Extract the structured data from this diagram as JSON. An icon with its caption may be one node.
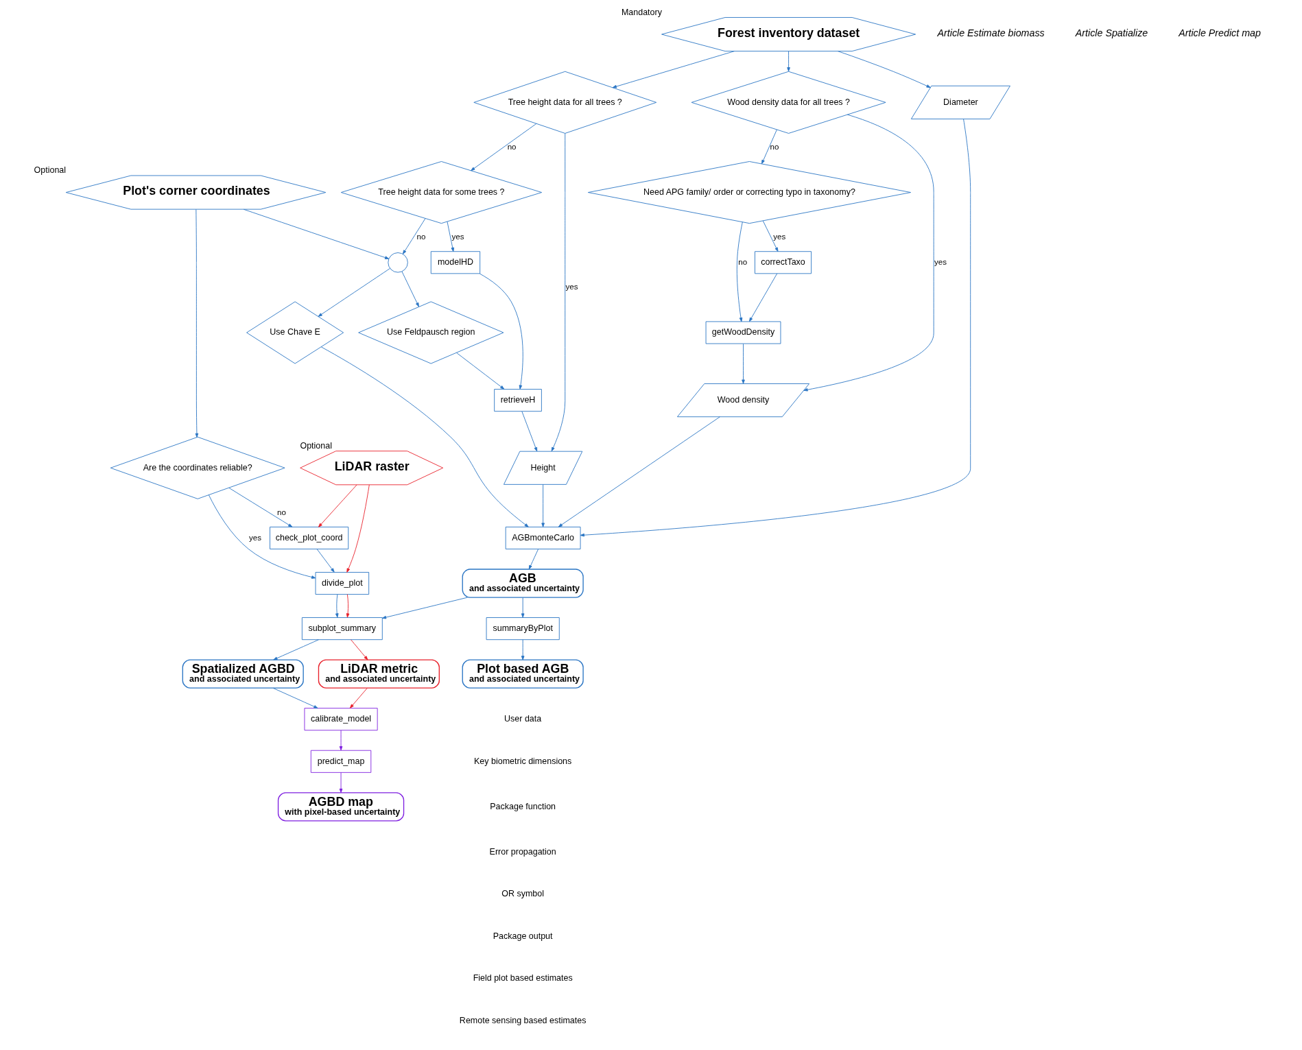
{
  "diagram": {
    "nodes": [
      {
        "text": [
          "Forest inventory dataset"
        ],
        "beside": [
          "Mandatory"
        ]
      },
      {
        "text": [
          "Plot's corner coordinates"
        ],
        "beside": [
          "Optional"
        ]
      },
      {
        "text": [
          "LiDAR raster"
        ],
        "beside": [
          "Optional"
        ]
      },
      {
        "text": [
          "Wood density data for all trees ?"
        ]
      },
      {
        "text": [
          "Need APG family/ order or correcting typo in taxonomy?"
        ]
      },
      {
        "text": [
          "correctTaxo"
        ]
      },
      {
        "text": [
          "getWoodDensity"
        ]
      },
      {
        "text": [
          "Tree height data for all trees ?"
        ]
      },
      {
        "text": [
          "Tree height data for some trees ?"
        ]
      },
      {
        "text": [],
        "shape": "circle"
      },
      {
        "text": [
          "modelHD"
        ]
      },
      {
        "text": [
          "retrieveH"
        ]
      },
      {
        "text": [
          "Use Feldpausch region"
        ]
      },
      {
        "text": [
          "Use Chave E"
        ]
      },
      {
        "text": [
          "Are the coordinates reliable?"
        ]
      },
      {
        "text": [
          "check_plot_coord"
        ]
      },
      {
        "text": [
          "Wood density"
        ]
      },
      {
        "text": [
          "Diameter"
        ]
      },
      {
        "text": [
          "Height"
        ]
      },
      {
        "text": [
          "divide_plot"
        ]
      },
      {
        "text": [
          "AGBmonteCarlo"
        ]
      },
      {
        "text": [
          "AGB",
          "and associated uncertainty"
        ]
      },
      {
        "text": [
          "subplot_summary"
        ]
      },
      {
        "text": [
          "summaryByPlot"
        ]
      },
      {
        "text": [
          "Plot based AGB",
          "and associated uncertainty"
        ]
      },
      {
        "text": [
          "Spatialized AGBD",
          "and associated uncertainty"
        ]
      },
      {
        "text": [
          "LiDAR metric",
          "and associated uncertainty"
        ]
      },
      {
        "text": [
          "calibrate_model"
        ]
      },
      {
        "text": [
          "predict_map"
        ]
      },
      {
        "text": [
          "AGBD map",
          "with pixel-based uncertainty"
        ]
      }
    ],
    "edges": [
      {
        "from": 0,
        "to": 3,
        "arrow": "to"
      },
      {
        "from": 0,
        "to": 17,
        "arrow": "to"
      },
      {
        "from": 0,
        "to": 7,
        "arrow": "to"
      },
      {
        "from": 3,
        "to": 4,
        "arrow": "to",
        "label": "no"
      },
      {
        "from": 3,
        "to": 16,
        "arrow": "to",
        "label": "yes"
      },
      {
        "from": 4,
        "to": 5,
        "arrow": "to",
        "label": "yes"
      },
      {
        "from": 4,
        "to": 6,
        "arrow": "to",
        "label": "no"
      },
      {
        "from": 5,
        "to": 6,
        "arrow": "to"
      },
      {
        "from": 6,
        "to": 16,
        "arrow": "to"
      },
      {
        "from": 7,
        "to": 8,
        "arrow": "to",
        "label": "no"
      },
      {
        "from": 7,
        "to": 18,
        "arrow": "to",
        "label": "yes"
      },
      {
        "from": 8,
        "to": 9,
        "arrow": "to",
        "label": "no"
      },
      {
        "from": 8,
        "to": 10,
        "arrow": "to",
        "label": "yes"
      },
      {
        "from": 1,
        "to": 9,
        "arrow": "to"
      },
      {
        "from": 9,
        "to": 12,
        "arrow": "to"
      },
      {
        "from": 9,
        "to": 13,
        "arrow": "to"
      },
      {
        "from": 10,
        "to": 11,
        "arrow": "to"
      },
      {
        "from": 12,
        "to": 11,
        "arrow": "to"
      },
      {
        "from": 11,
        "to": 18,
        "arrow": "to"
      },
      {
        "from": 16,
        "to": 20,
        "arrow": "to"
      },
      {
        "from": 17,
        "to": 20,
        "arrow": "to"
      },
      {
        "from": 18,
        "to": 20,
        "arrow": "to"
      },
      {
        "from": 13,
        "to": 20,
        "arrow": "to"
      },
      {
        "from": 1,
        "to": 14,
        "arrow": "to"
      },
      {
        "from": 14,
        "to": 15,
        "arrow": "to",
        "label": "no"
      },
      {
        "from": 14,
        "to": 19,
        "arrow": "to",
        "label": "yes"
      },
      {
        "from": 2,
        "to": 15,
        "arrow": "to",
        "color": "#e8202a"
      },
      {
        "from": 15,
        "to": 19,
        "arrow": "to"
      },
      {
        "from": 2,
        "to": 19,
        "arrow": "to",
        "color": "#e8202a"
      },
      {
        "from": 19,
        "to": 22,
        "arrow": "to"
      },
      {
        "from": 19,
        "to": 22,
        "arrow": "to",
        "color": "#e8202a"
      },
      {
        "from": 20,
        "to": 21,
        "arrow": "to"
      },
      {
        "from": 21,
        "to": 22,
        "arrow": "to"
      },
      {
        "from": 21,
        "to": 23,
        "arrow": "to"
      },
      {
        "from": 23,
        "to": 24,
        "arrow": "to"
      },
      {
        "from": 22,
        "to": 25,
        "arrow": "to"
      },
      {
        "from": 22,
        "to": 26,
        "arrow": "to",
        "color": "#e8202a"
      },
      {
        "from": 25,
        "to": 27,
        "arrow": "to"
      },
      {
        "from": 26,
        "to": 27,
        "arrow": "to",
        "color": "#e8202a"
      },
      {
        "from": 27,
        "to": 28,
        "arrow": "to",
        "color": "#7f1fe0"
      },
      {
        "from": 28,
        "to": 29,
        "arrow": "to",
        "color": "#7f1fe0"
      }
    ],
    "labels": [
      "Article Estimate biomass",
      "Article Spatialize",
      "Article Predict map"
    ],
    "legend": [
      {
        "text": "User data"
      },
      {
        "text": "Key biometric dimensions"
      },
      {
        "text": "Package function"
      },
      {
        "text": "Error propagation"
      },
      {
        "text": "OR symbol"
      },
      {
        "text": "Package output"
      },
      {
        "text": "Field plot based estimates"
      },
      {
        "text": "Remote sensing based estimates"
      }
    ]
  }
}
